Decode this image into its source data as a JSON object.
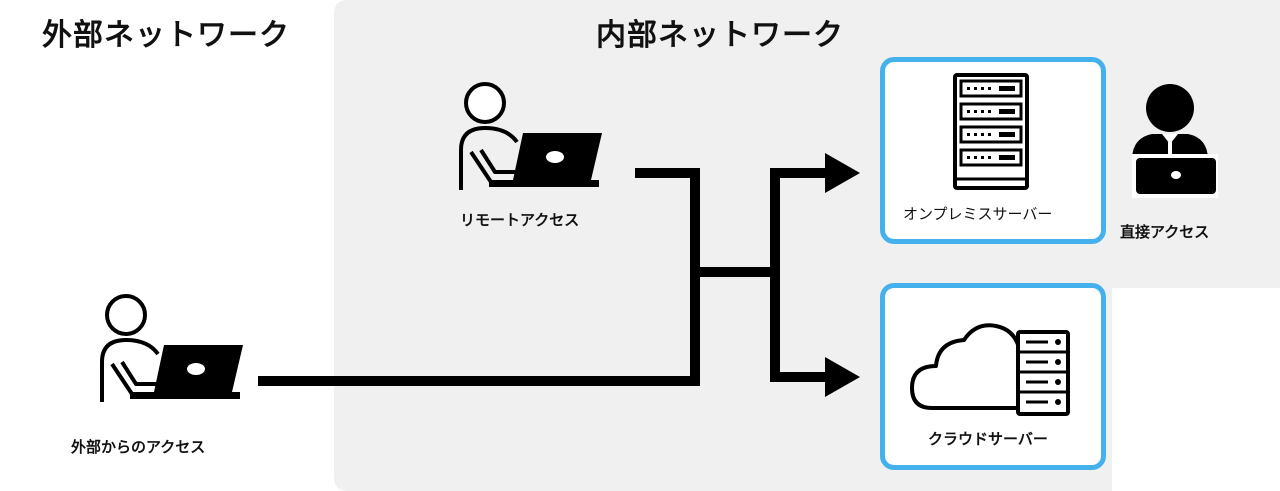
{
  "zones": {
    "external": {
      "title": "外部ネットワーク"
    },
    "internal": {
      "title": "内部ネットワーク",
      "fill": "#f0f0f0"
    }
  },
  "nodes": {
    "external_user": {
      "label": "外部からのアクセス",
      "icon": "user-laptop-icon"
    },
    "remote_user": {
      "label": "リモートアクセス",
      "icon": "user-laptop-icon"
    },
    "onprem_server": {
      "label": "オンプレミスサーバー",
      "icon": "server-rack-icon"
    },
    "cloud_server": {
      "label": "クラウドサーバー",
      "icon": "cloud-server-icon"
    },
    "direct_user": {
      "label": "直接アクセス",
      "icon": "user-business-icon"
    }
  },
  "colors": {
    "server_border": "#45b1ec",
    "line": "#000000"
  }
}
